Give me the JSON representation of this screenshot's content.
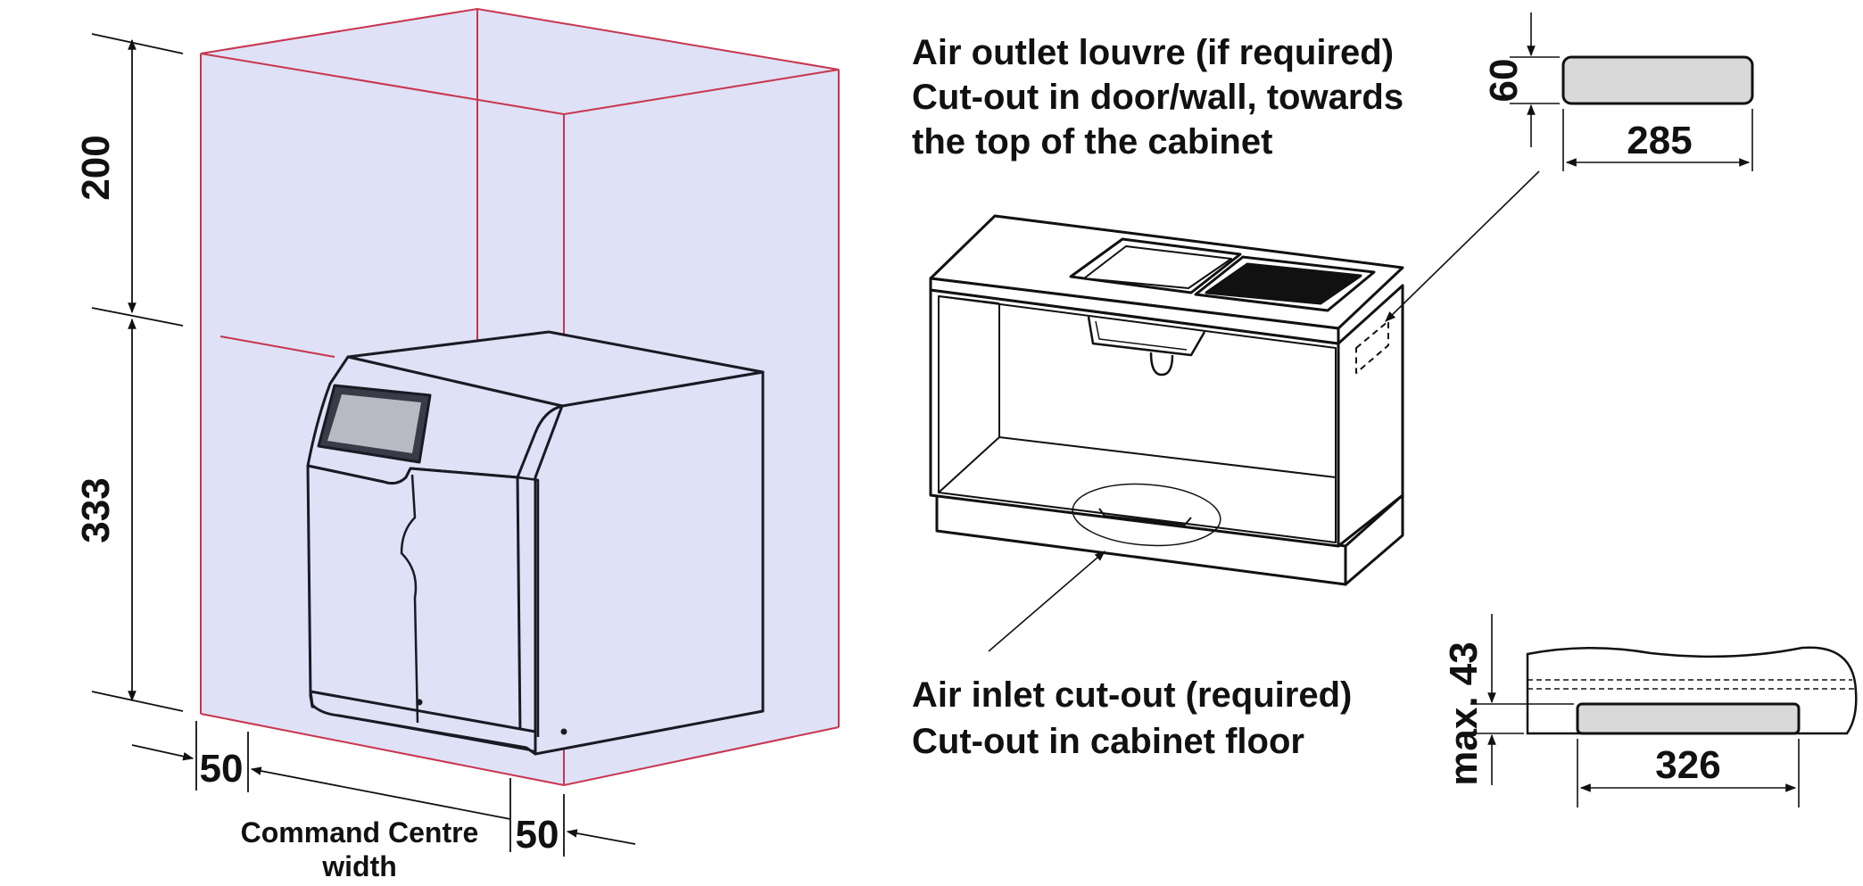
{
  "left_drawing": {
    "dim_height_top": "200",
    "dim_height_bottom": "333",
    "dim_clearance_left": "50",
    "dim_clearance_right": "50",
    "width_label_line1": "Command Centre",
    "width_label_line2": "width",
    "colors": {
      "envelope_fill": "#dfe1f6",
      "envelope_stroke": "#c8354e",
      "outline": "#1a1a24",
      "screen": "#b9b9c4"
    }
  },
  "outlet_note": {
    "line1": "Air outlet louvre (if required)",
    "line2": "Cut-out in door/wall, towards",
    "line3": "the top of the cabinet"
  },
  "outlet_detail": {
    "dim_height": "60",
    "dim_width": "285"
  },
  "inlet_note": {
    "line1": "Air inlet cut-out (required)",
    "line2": "Cut-out in cabinet floor"
  },
  "inlet_detail": {
    "dim_height": "max. 43",
    "dim_width": "326"
  }
}
